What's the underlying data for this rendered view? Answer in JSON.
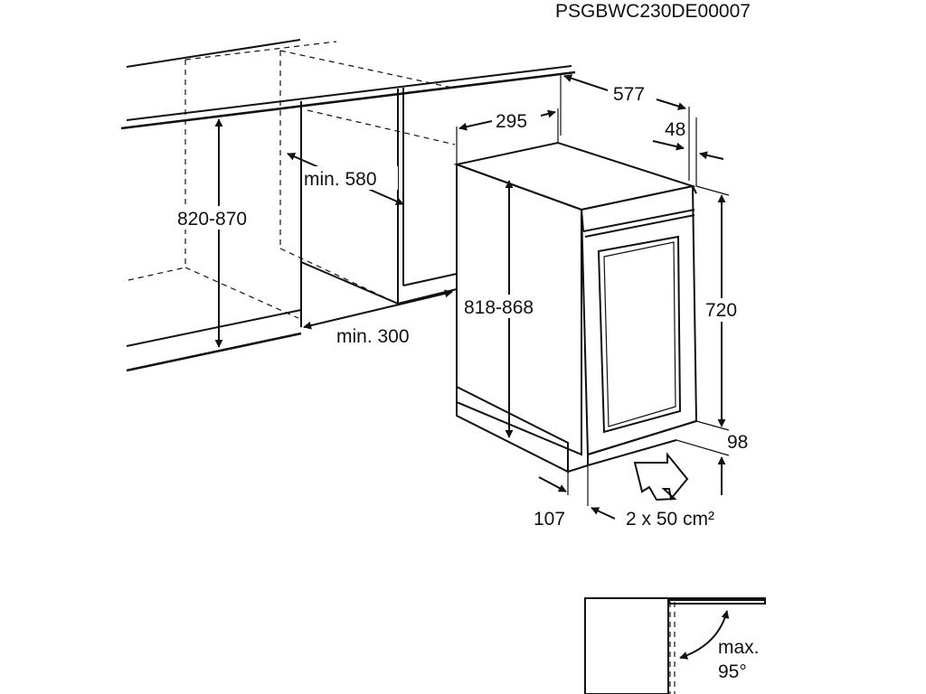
{
  "header": {
    "code": "PSGBWC230DE00007"
  },
  "dimensions": {
    "cabinet_height": "820-870",
    "niche_depth": "min. 580",
    "niche_width": "min. 300",
    "appliance_width": "295",
    "appliance_depth": "577",
    "door_thickness": "48",
    "appliance_height": "818-868",
    "door_height": "720",
    "plinth_height": "98",
    "plinth_depth": "107",
    "ventilation": "2 x 50 cm²",
    "door_angle_line1": "max.",
    "door_angle_line2": "95°"
  }
}
